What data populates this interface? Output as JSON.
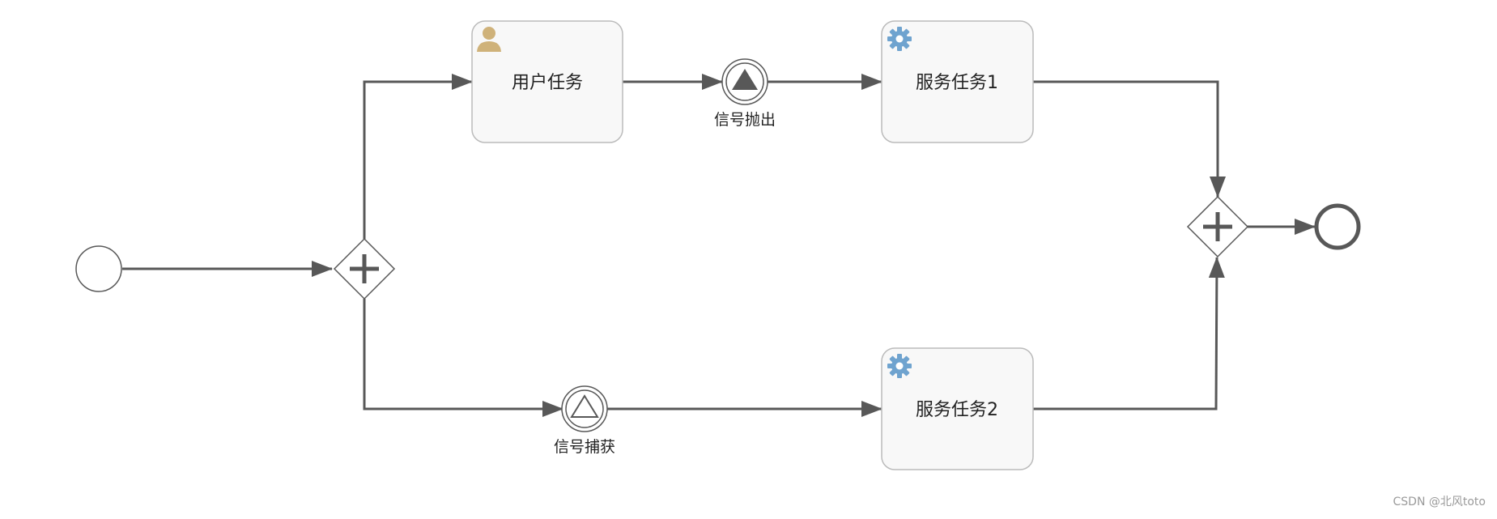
{
  "diagram": {
    "tasks": {
      "user_task": {
        "label": "用户任务",
        "icon": "user-icon"
      },
      "service_task_1": {
        "label": "服务任务1",
        "icon": "gear-icon"
      },
      "service_task_2": {
        "label": "服务任务2",
        "icon": "gear-icon"
      }
    },
    "events": {
      "signal_throw": {
        "label": "信号抛出",
        "icon": "signal-throw-icon"
      },
      "signal_catch": {
        "label": "信号捕获",
        "icon": "signal-catch-icon"
      }
    },
    "gateways": {
      "fork": {
        "type": "parallel"
      },
      "join": {
        "type": "parallel"
      }
    }
  },
  "colors": {
    "flow": "#585858",
    "task_fill": "#f8f8f8",
    "task_border": "#bbbbbb",
    "user_icon": "#cfb27a",
    "gear_icon": "#6fa3cf"
  },
  "watermark": "CSDN @北风toto"
}
